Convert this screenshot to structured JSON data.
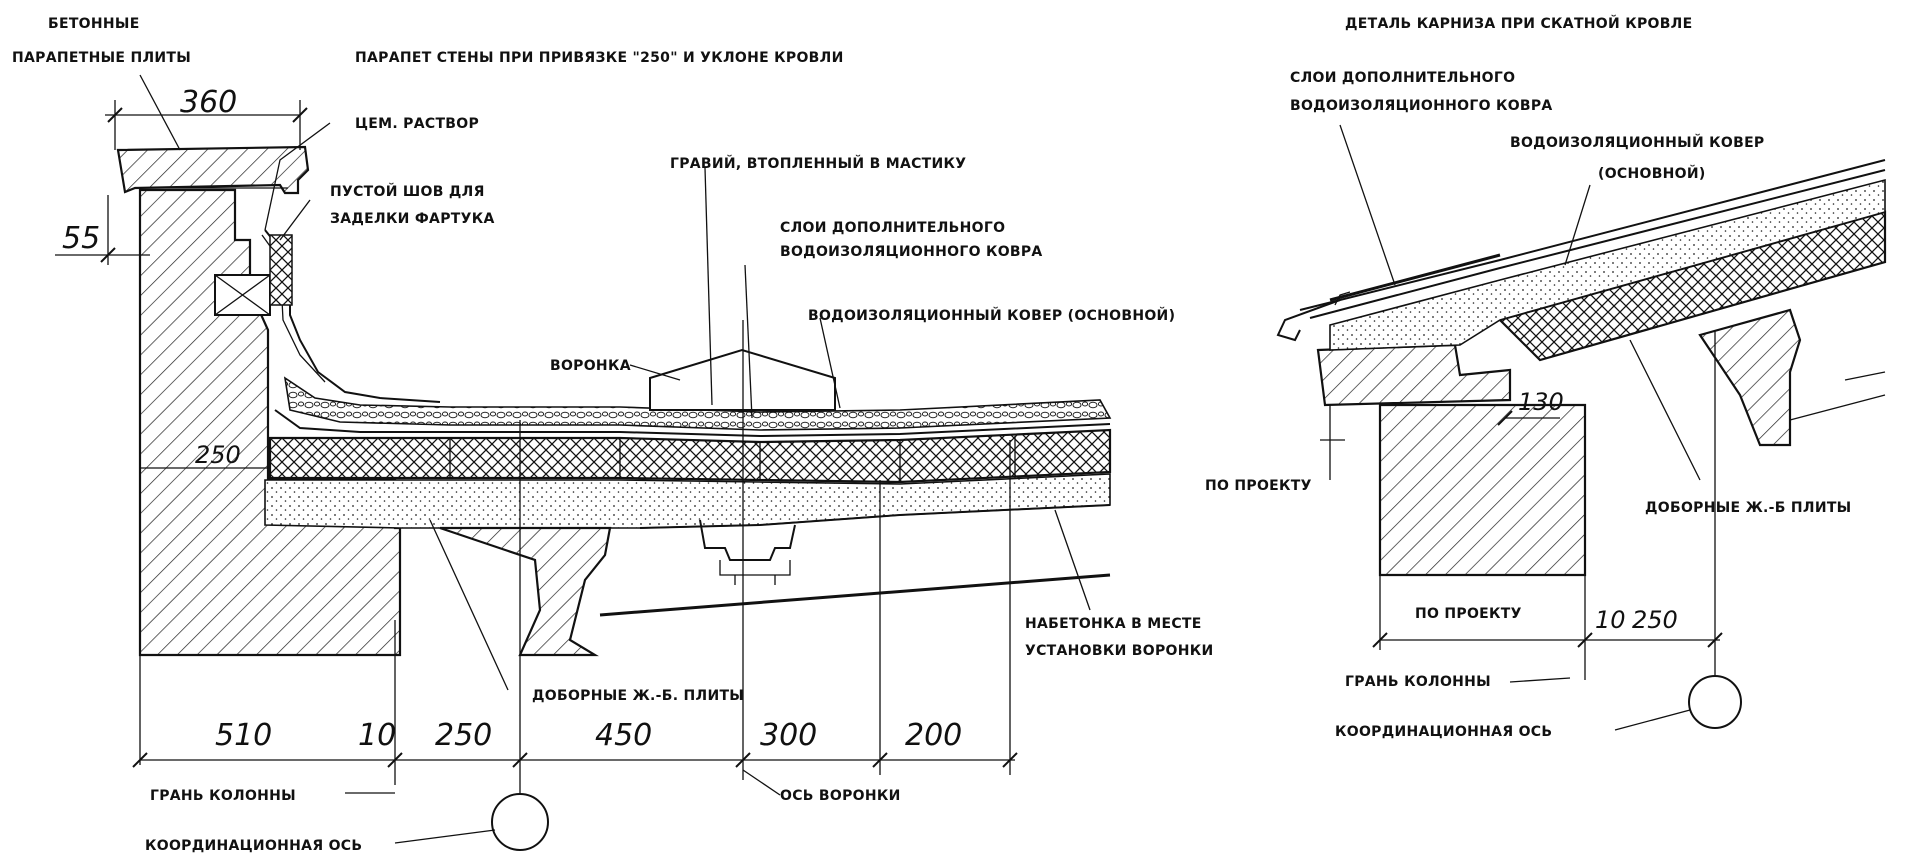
{
  "left_detail": {
    "title": "ПАРАПЕТ СТЕНЫ ПРИ ПРИВЯЗКЕ \"250\" И УКЛОНЕ КРОВЛИ",
    "labels": {
      "parapet_slabs_1": "БЕТОННЫЕ",
      "parapet_slabs_2": "ПАРАПЕТНЫЕ ПЛИТЫ",
      "cement_mortar": "ЦЕМ. РАСТВОР",
      "empty_joint_1": "ПУСТОЙ ШОВ ДЛЯ",
      "empty_joint_2": "ЗАДЕЛКИ ФАРТУКА",
      "gravel": "ГРАВИЙ, ВТОПЛЕННЫЙ В МАСТИКУ",
      "extra_layers_1": "СЛОИ ДОПОЛНИТЕЛЬНОГО",
      "extra_layers_2": "ВОДОИЗОЛЯЦИОННОГО  КОВРА",
      "main_membrane": "ВОДОИЗОЛЯЦИОННЫЙ КОВЕР (ОСНОВНОЙ)",
      "funnel": "ВОРОНКА",
      "concrete_topping_1": "НАБЕТОНКА В МЕСТЕ",
      "concrete_topping_2": "УСТАНОВКИ ВОРОНКИ",
      "extra_slabs": "ДОБОРНЫЕ Ж.-Б. ПЛИТЫ",
      "column_face": "ГРАНЬ КОЛОННЫ",
      "coord_axis": "КООРДИНАЦИОННАЯ ОСЬ",
      "funnel_axis": "ОСЬ ВОРОНКИ"
    },
    "dimensions": {
      "parapet_width": "360",
      "overhang": "55",
      "binding": "250",
      "d510": "510",
      "d10": "10",
      "d250": "250",
      "d450": "450",
      "d300": "300",
      "d200": "200"
    }
  },
  "right_detail": {
    "title": "ДЕТАЛЬ КАРНИЗА ПРИ  СКАТНОЙ КРОВЛЕ",
    "labels": {
      "extra_layers_1": "СЛОИ  ДОПОЛНИТЕЛЬНОГО",
      "extra_layers_2": "ВОДОИЗОЛЯЦИОННОГО КОВРА",
      "main_membrane_1": "ВОДОИЗОЛЯЦИОННЫЙ КОВЕР",
      "main_membrane_2": "(ОСНОВНОЙ)",
      "by_project": "ПО ПРОЕКТУ",
      "by_project_dim": "ПО ПРОЕКТУ",
      "extra_slabs": "ДОБОРНЫЕ Ж.-Б ПЛИТЫ",
      "column_face": "ГРАНЬ КОЛОННЫ",
      "coord_axis": "КООРДИНАЦИОННАЯ ОСЬ"
    },
    "dimensions": {
      "d130": "130",
      "d10": "10",
      "d250": "250"
    }
  }
}
